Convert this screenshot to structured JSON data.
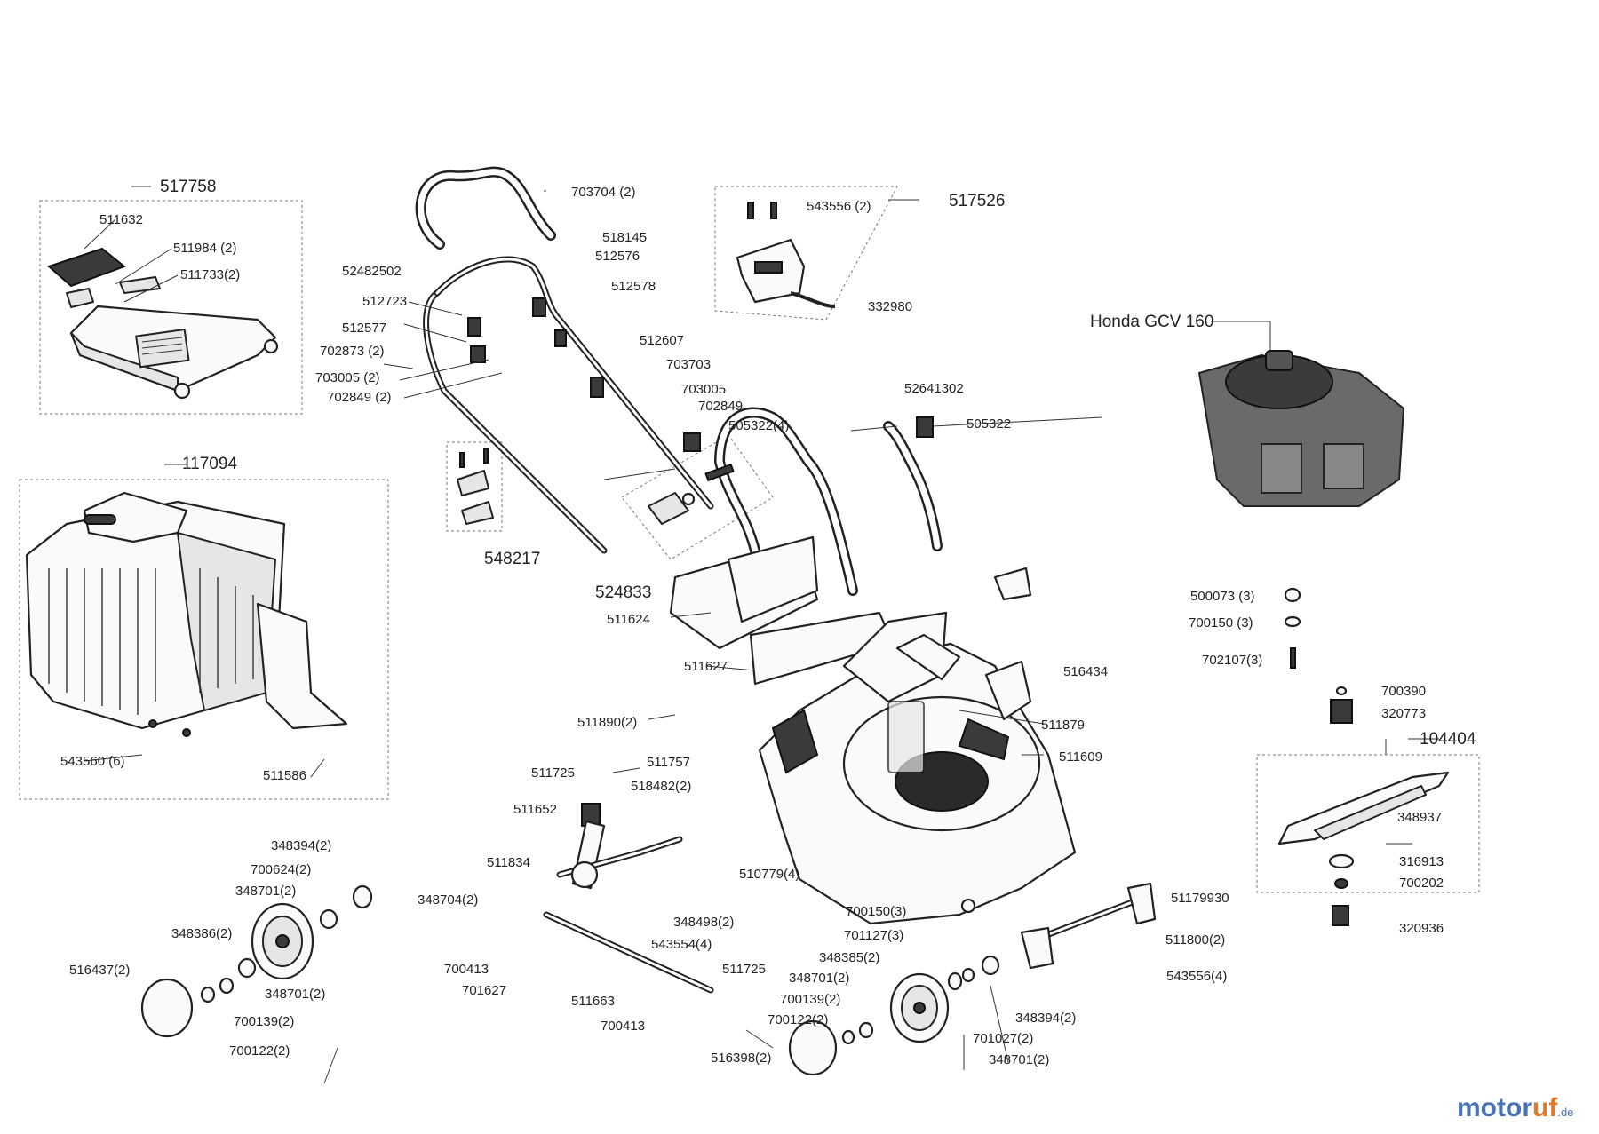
{
  "title": "",
  "groups": {
    "g517758": "517758",
    "g117094": "117094",
    "g517526": "517526",
    "g548217": "548217",
    "g524833": "524833",
    "g104404": "104404"
  },
  "engine": {
    "label": "Honda GCV 160"
  },
  "parts": {
    "p511632": "511632",
    "p511984": "511984 (2)",
    "p511733": "511733(2)",
    "p703704": "703704 (2)",
    "p518145": "518145",
    "p512576": "512576",
    "p52482502": "52482502",
    "p512578": "512578",
    "p512723": "512723",
    "p512577": "512577",
    "p512607": "512607",
    "p702873": "702873 (2)",
    "p703703": "703703",
    "p703005a": "703005 (2)",
    "p703005b": "703005",
    "p702849a": "702849 (2)",
    "p702849b": "702849",
    "p543556a": "543556 (2)",
    "p332980": "332980",
    "p52641302": "52641302",
    "p505322a": "505322(4)",
    "p505322b": "505322",
    "p511624": "511624",
    "p511627": "511627",
    "p516434": "516434",
    "p500073": "500073 (3)",
    "p700150a": "700150 (3)",
    "p702107": "702107(3)",
    "p700390": "700390",
    "p320773": "320773",
    "p511879": "511879",
    "p511609": "511609",
    "p511890": "511890(2)",
    "p511757": "511757",
    "p518482": "518482(2)",
    "p511725a": "511725",
    "p511652": "511652",
    "p511834": "511834",
    "p348704": "348704(2)",
    "p348498": "348498(2)",
    "p543554": "543554(4)",
    "p700413a": "700413",
    "p701627": "701627",
    "p511725b": "511725",
    "p511663": "511663",
    "p700413b": "700413",
    "p510779": "510779(4)",
    "p700150b": "700150(3)",
    "p701127": "701127(3)",
    "p348385": "348385(2)",
    "p348701a": "348701(2)",
    "p700139a": "700139(2)",
    "p700122a": "700122(2)",
    "p516398": "516398(2)",
    "p348394a": "348394(2)",
    "p701027": "701027(2)",
    "p348701b": "348701(2)",
    "p51179930": "51179930",
    "p511800": "511800(2)",
    "p543556b": "543556(4)",
    "p348937": "348937",
    "p316913": "316913",
    "p700202": "700202",
    "p320936": "320936",
    "p348394b": "348394(2)",
    "p700624": "700624(2)",
    "p348701c": "348701(2)",
    "p348386": "348386(2)",
    "p348701d": "348701(2)",
    "p516437": "516437(2)",
    "p700139b": "700139(2)",
    "p700122b": "700122(2)",
    "p543560": "543560 (6)",
    "p511586": "511586"
  },
  "watermark": {
    "part1": "motor",
    "part2": "uf",
    "suffix": ".de"
  }
}
